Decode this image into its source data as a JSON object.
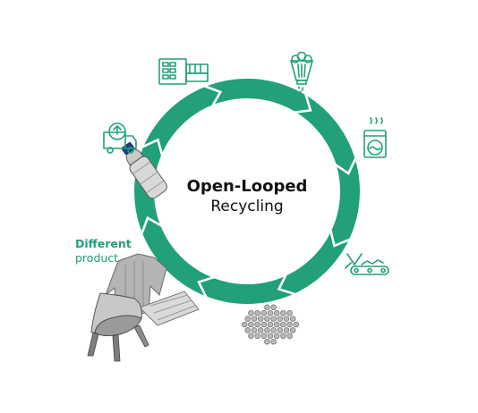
{
  "title": {
    "line1": "Open-Looped",
    "line2": "Recycling"
  },
  "side_label": {
    "line1": "Different",
    "line2": "product"
  },
  "colors": {
    "accent": "#21a07a",
    "icon": "#21a07a",
    "dark": "#111111"
  },
  "stages": [
    {
      "icon": "control-panel-machine-icon"
    },
    {
      "icon": "shredder-icon"
    },
    {
      "icon": "washing-machine-icon"
    },
    {
      "icon": "conveyor-sorting-icon"
    },
    {
      "icon": "plastic-pellets-icon"
    },
    {
      "icon": "chair-and-sweater-icon"
    },
    {
      "icon": "plastic-bottle-icon"
    },
    {
      "icon": "recycling-truck-icon"
    }
  ]
}
